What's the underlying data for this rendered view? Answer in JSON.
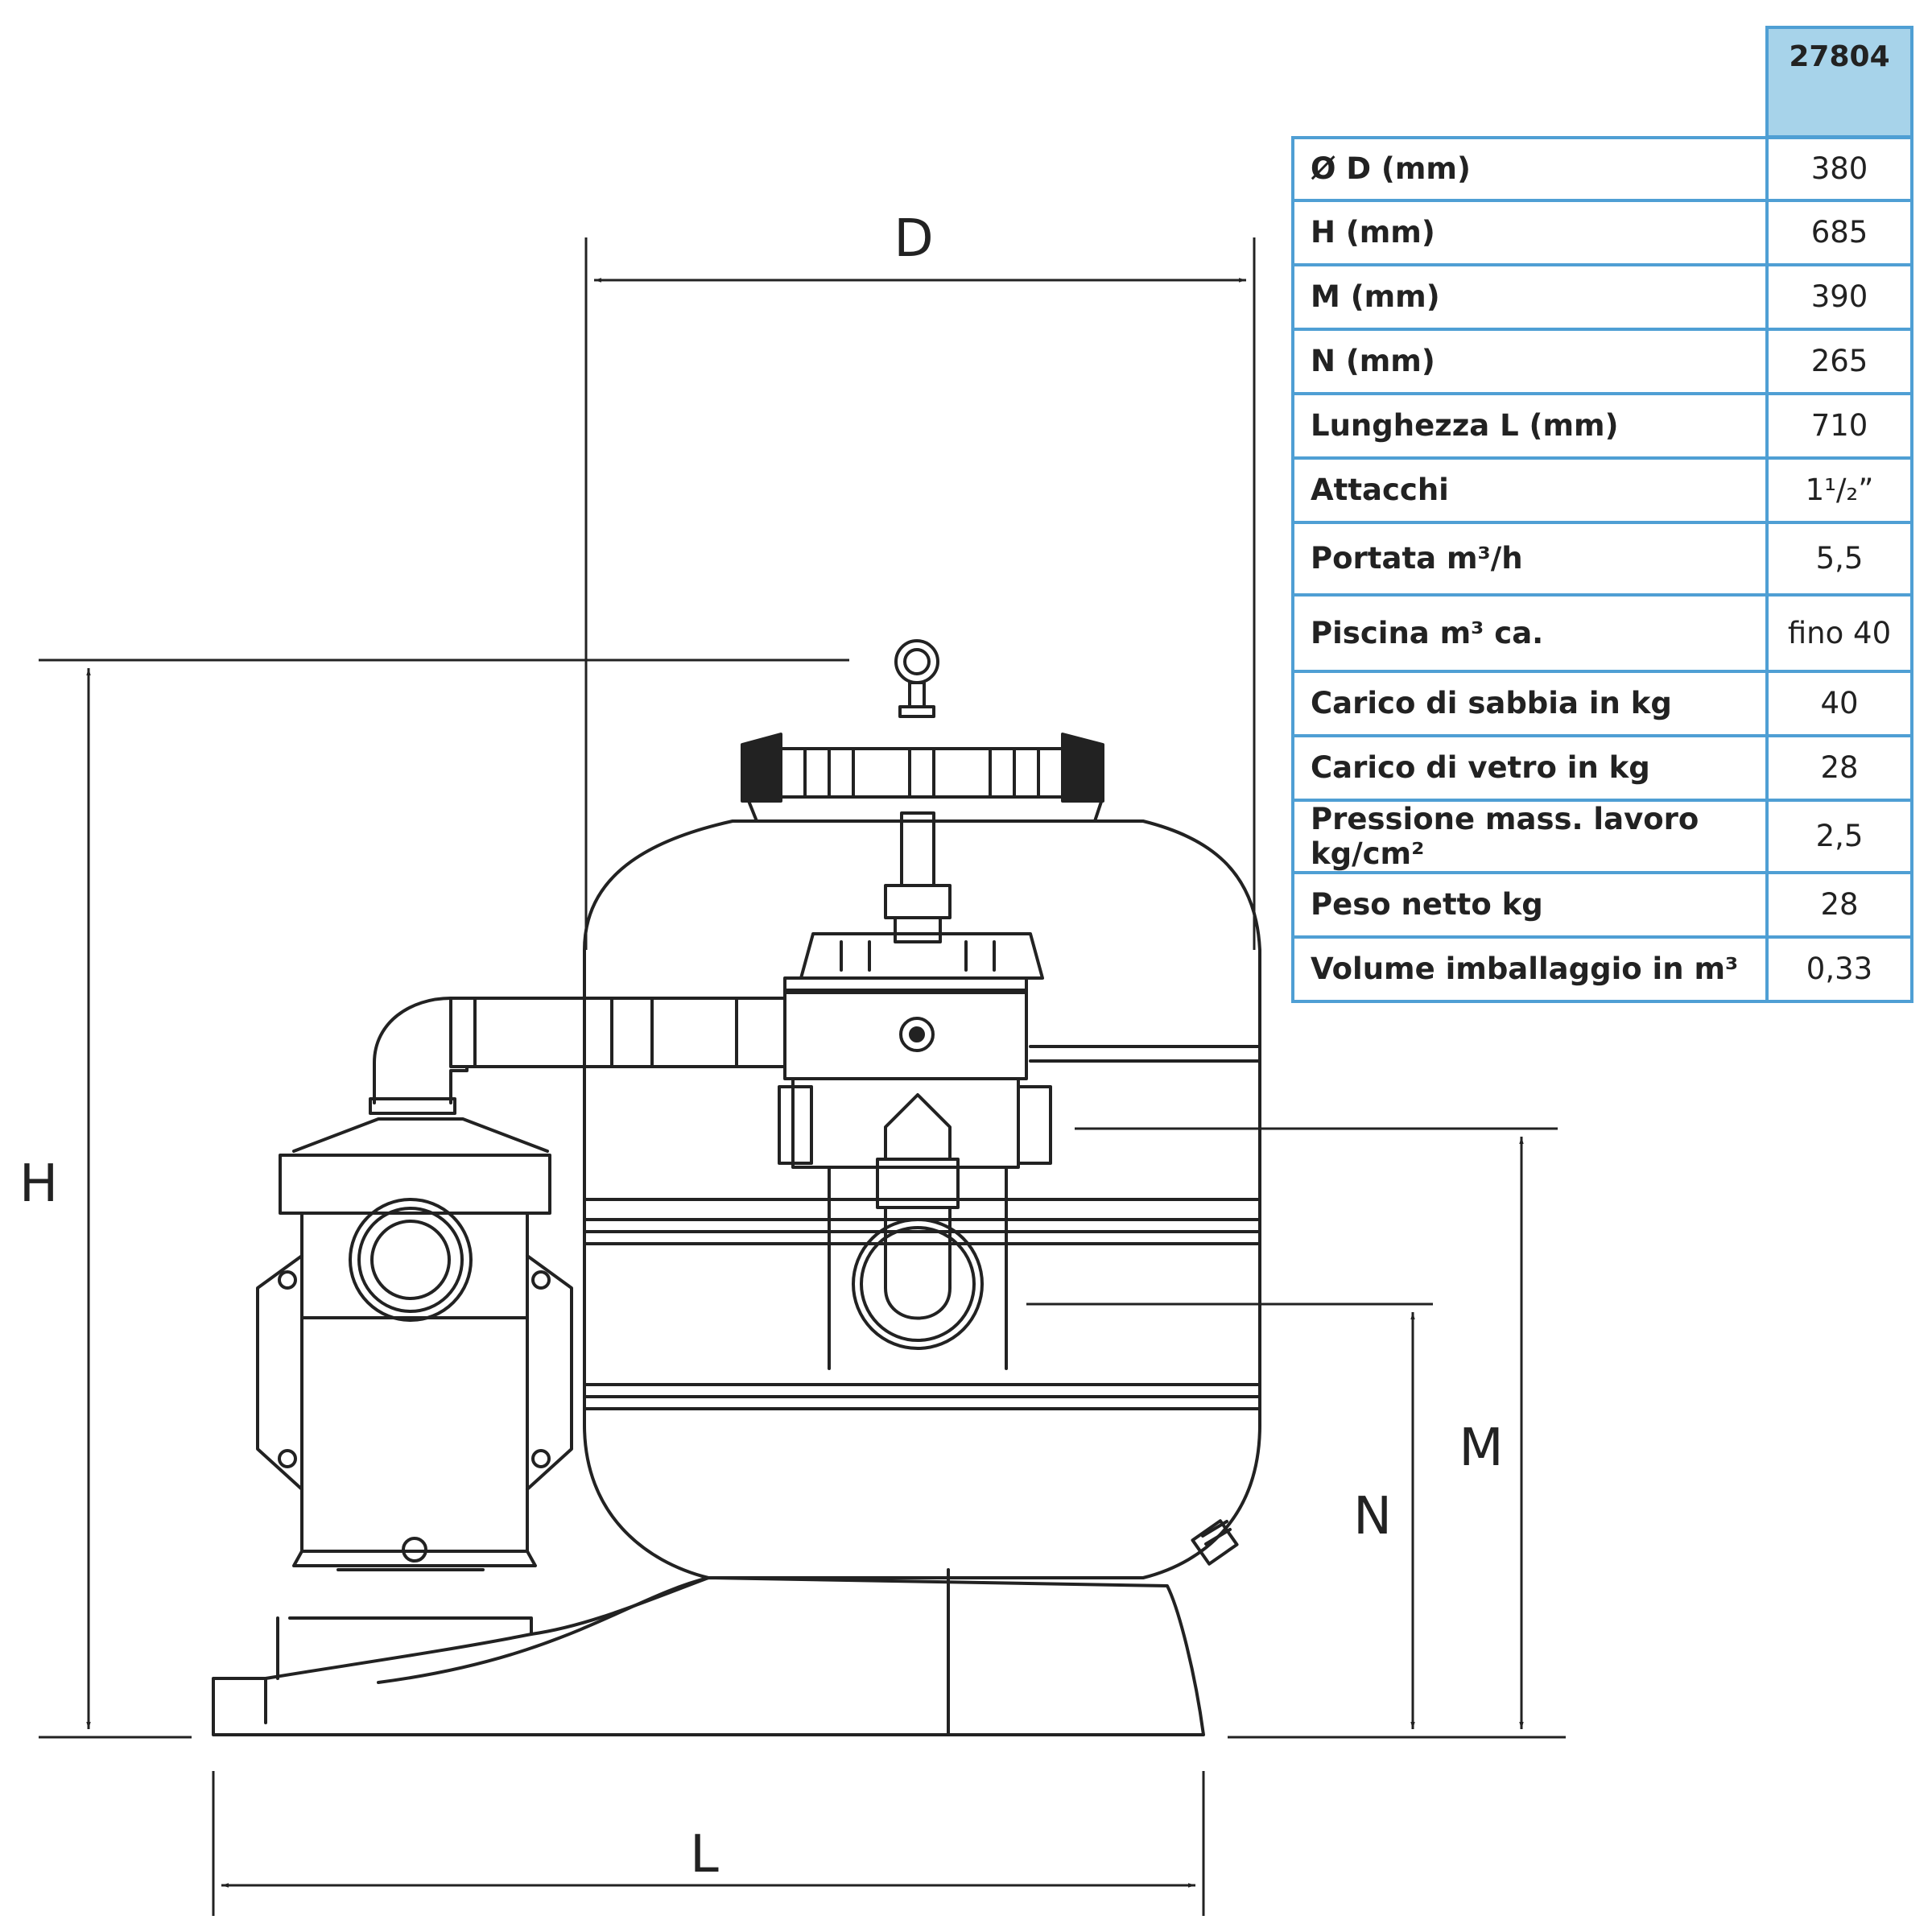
{
  "dimensions": {
    "D": "D",
    "H": "H",
    "M": "M",
    "N": "N",
    "L": "L"
  },
  "table": {
    "model": "27804",
    "rows": [
      {
        "label": "Ø D (mm)",
        "value": "380"
      },
      {
        "label": "H (mm)",
        "value": "685"
      },
      {
        "label": "M (mm)",
        "value": "390"
      },
      {
        "label": "N (mm)",
        "value": "265"
      },
      {
        "label": "Lunghezza L (mm)",
        "value": "710"
      },
      {
        "label": "Attacchi",
        "value": "1¹/₂”"
      },
      {
        "label": "Portata m³/h",
        "value": "5,5"
      },
      {
        "label": "Piscina m³ ca.",
        "value": "fino 40"
      },
      {
        "label": "Carico di sabbia in kg",
        "value": "40"
      },
      {
        "label": "Carico di vetro in kg",
        "value": "28"
      },
      {
        "label": "Pressione mass. lavoro kg/cm²",
        "value": "2,5"
      },
      {
        "label": "Peso netto kg",
        "value": "28"
      },
      {
        "label": "Volume imballaggio in m³",
        "value": "0,33"
      }
    ]
  },
  "colors": {
    "table_border": "#4f9fd4",
    "header_fill": "#a7d3ea",
    "line": "#222222"
  }
}
